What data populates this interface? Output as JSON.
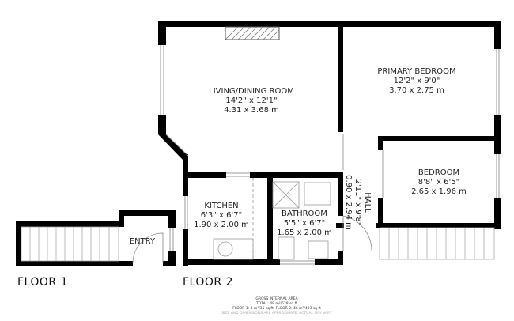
{
  "rooms": {
    "living": {
      "name": "LIVING/DINING ROOM",
      "imperial": "14'2\" x 12'1\"",
      "metric": "4.31 x 3.68 m"
    },
    "primary_bedroom": {
      "name": "PRIMARY BEDROOM",
      "imperial": "12'2\" x 9'0\"",
      "metric": "3.70 x 2.75 m"
    },
    "bedroom": {
      "name": "BEDROOM",
      "imperial": "8'8\" x 6'5\"",
      "metric": "2.65 x 1.96 m"
    },
    "kitchen": {
      "name": "KITCHEN",
      "imperial": "6'3\" x 6'7\"",
      "metric": "1.90 x 2.00 m"
    },
    "bathroom": {
      "name": "BATHROOM",
      "imperial": "5'5\" x 6'7\"",
      "metric": "1.65 x 2.00 m"
    },
    "hall": {
      "name": "HALL",
      "imperial": "2'11\" x 9'8\"",
      "metric": "0.90 x 2.94 m"
    },
    "entry": {
      "name": "ENTRY"
    }
  },
  "floors": {
    "floor1": "FLOOR 1",
    "floor2": "FLOOR 2"
  },
  "footer": {
    "title": "GROSS INTERNAL AREA",
    "total": "TOTAL: 49 m²/528 sq ft",
    "floors": "FLOOR 1: 3 m²/35 sq ft, FLOOR 2: 46 m²/493 sq ft",
    "disclaimer": "SIZE AND DIMENSIONS ARE APPROXIMATE, ACTUAL MAY VARY"
  },
  "colors": {
    "wall": "#000000",
    "line": "#999999"
  }
}
